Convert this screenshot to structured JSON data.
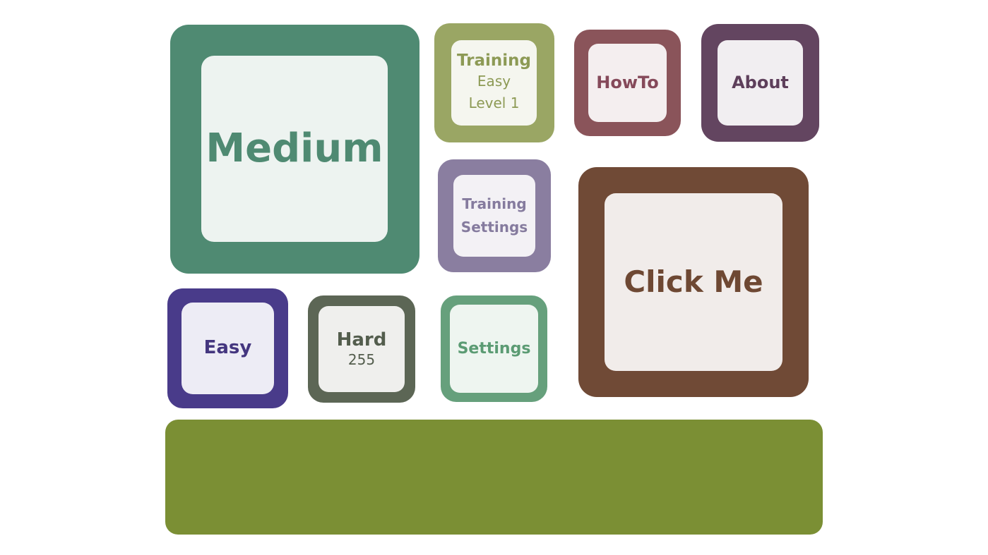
{
  "colors": {
    "medium": "#4f8a72",
    "training": "#9aa664",
    "howto": "#8a545a",
    "about": "#634560",
    "training_settings": "#8a7ea0",
    "click_me": "#704a36",
    "easy": "#493b8a",
    "hard": "#5c6655",
    "settings": "#66a07c",
    "bottom_panel": "#7b8f34"
  },
  "tiles": {
    "medium": {
      "label": "Medium"
    },
    "training": {
      "label": "Training",
      "mode": "Easy",
      "level": "Level 1"
    },
    "howto": {
      "label": "HowTo"
    },
    "about": {
      "label": "About"
    },
    "training_settings": {
      "line1": "Training",
      "line2": "Settings"
    },
    "click_me": {
      "label": "Click Me"
    },
    "easy": {
      "label": "Easy"
    },
    "hard": {
      "label": "Hard",
      "value": "255"
    },
    "settings": {
      "label": "Settings"
    }
  }
}
